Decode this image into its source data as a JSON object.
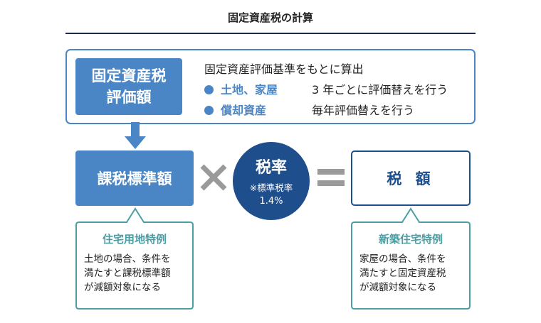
{
  "title": "固定資産税の計算",
  "assessment": {
    "box_lines": [
      "固定資産税",
      "評価額"
    ],
    "description": "固定資産評価基準をもとに算出",
    "items": [
      {
        "label": "土地、家屋",
        "text": "3 年ごとに評価替えを行う"
      },
      {
        "label": "償却資産",
        "text": "毎年評価替えを行う"
      }
    ]
  },
  "tax_base": "課税標準額",
  "rate": {
    "title": "税率",
    "note": "※標準税率",
    "value": "1.4%"
  },
  "tax_amount": "税 額",
  "callouts": [
    {
      "title": "住宅用地特例",
      "lines": [
        "土地の場合、条件を",
        "満たすと課税標準額",
        "が減額対象になる"
      ]
    },
    {
      "title": "新築住宅特例",
      "lines": [
        "家屋の場合、条件を",
        "満たすと固定資産税",
        "が減額対象になる"
      ]
    }
  ],
  "colors": {
    "blue": "#4a86c5",
    "navy": "#1f4e8c",
    "teal": "#4a9fa5",
    "gray": "#9a9a9a"
  }
}
